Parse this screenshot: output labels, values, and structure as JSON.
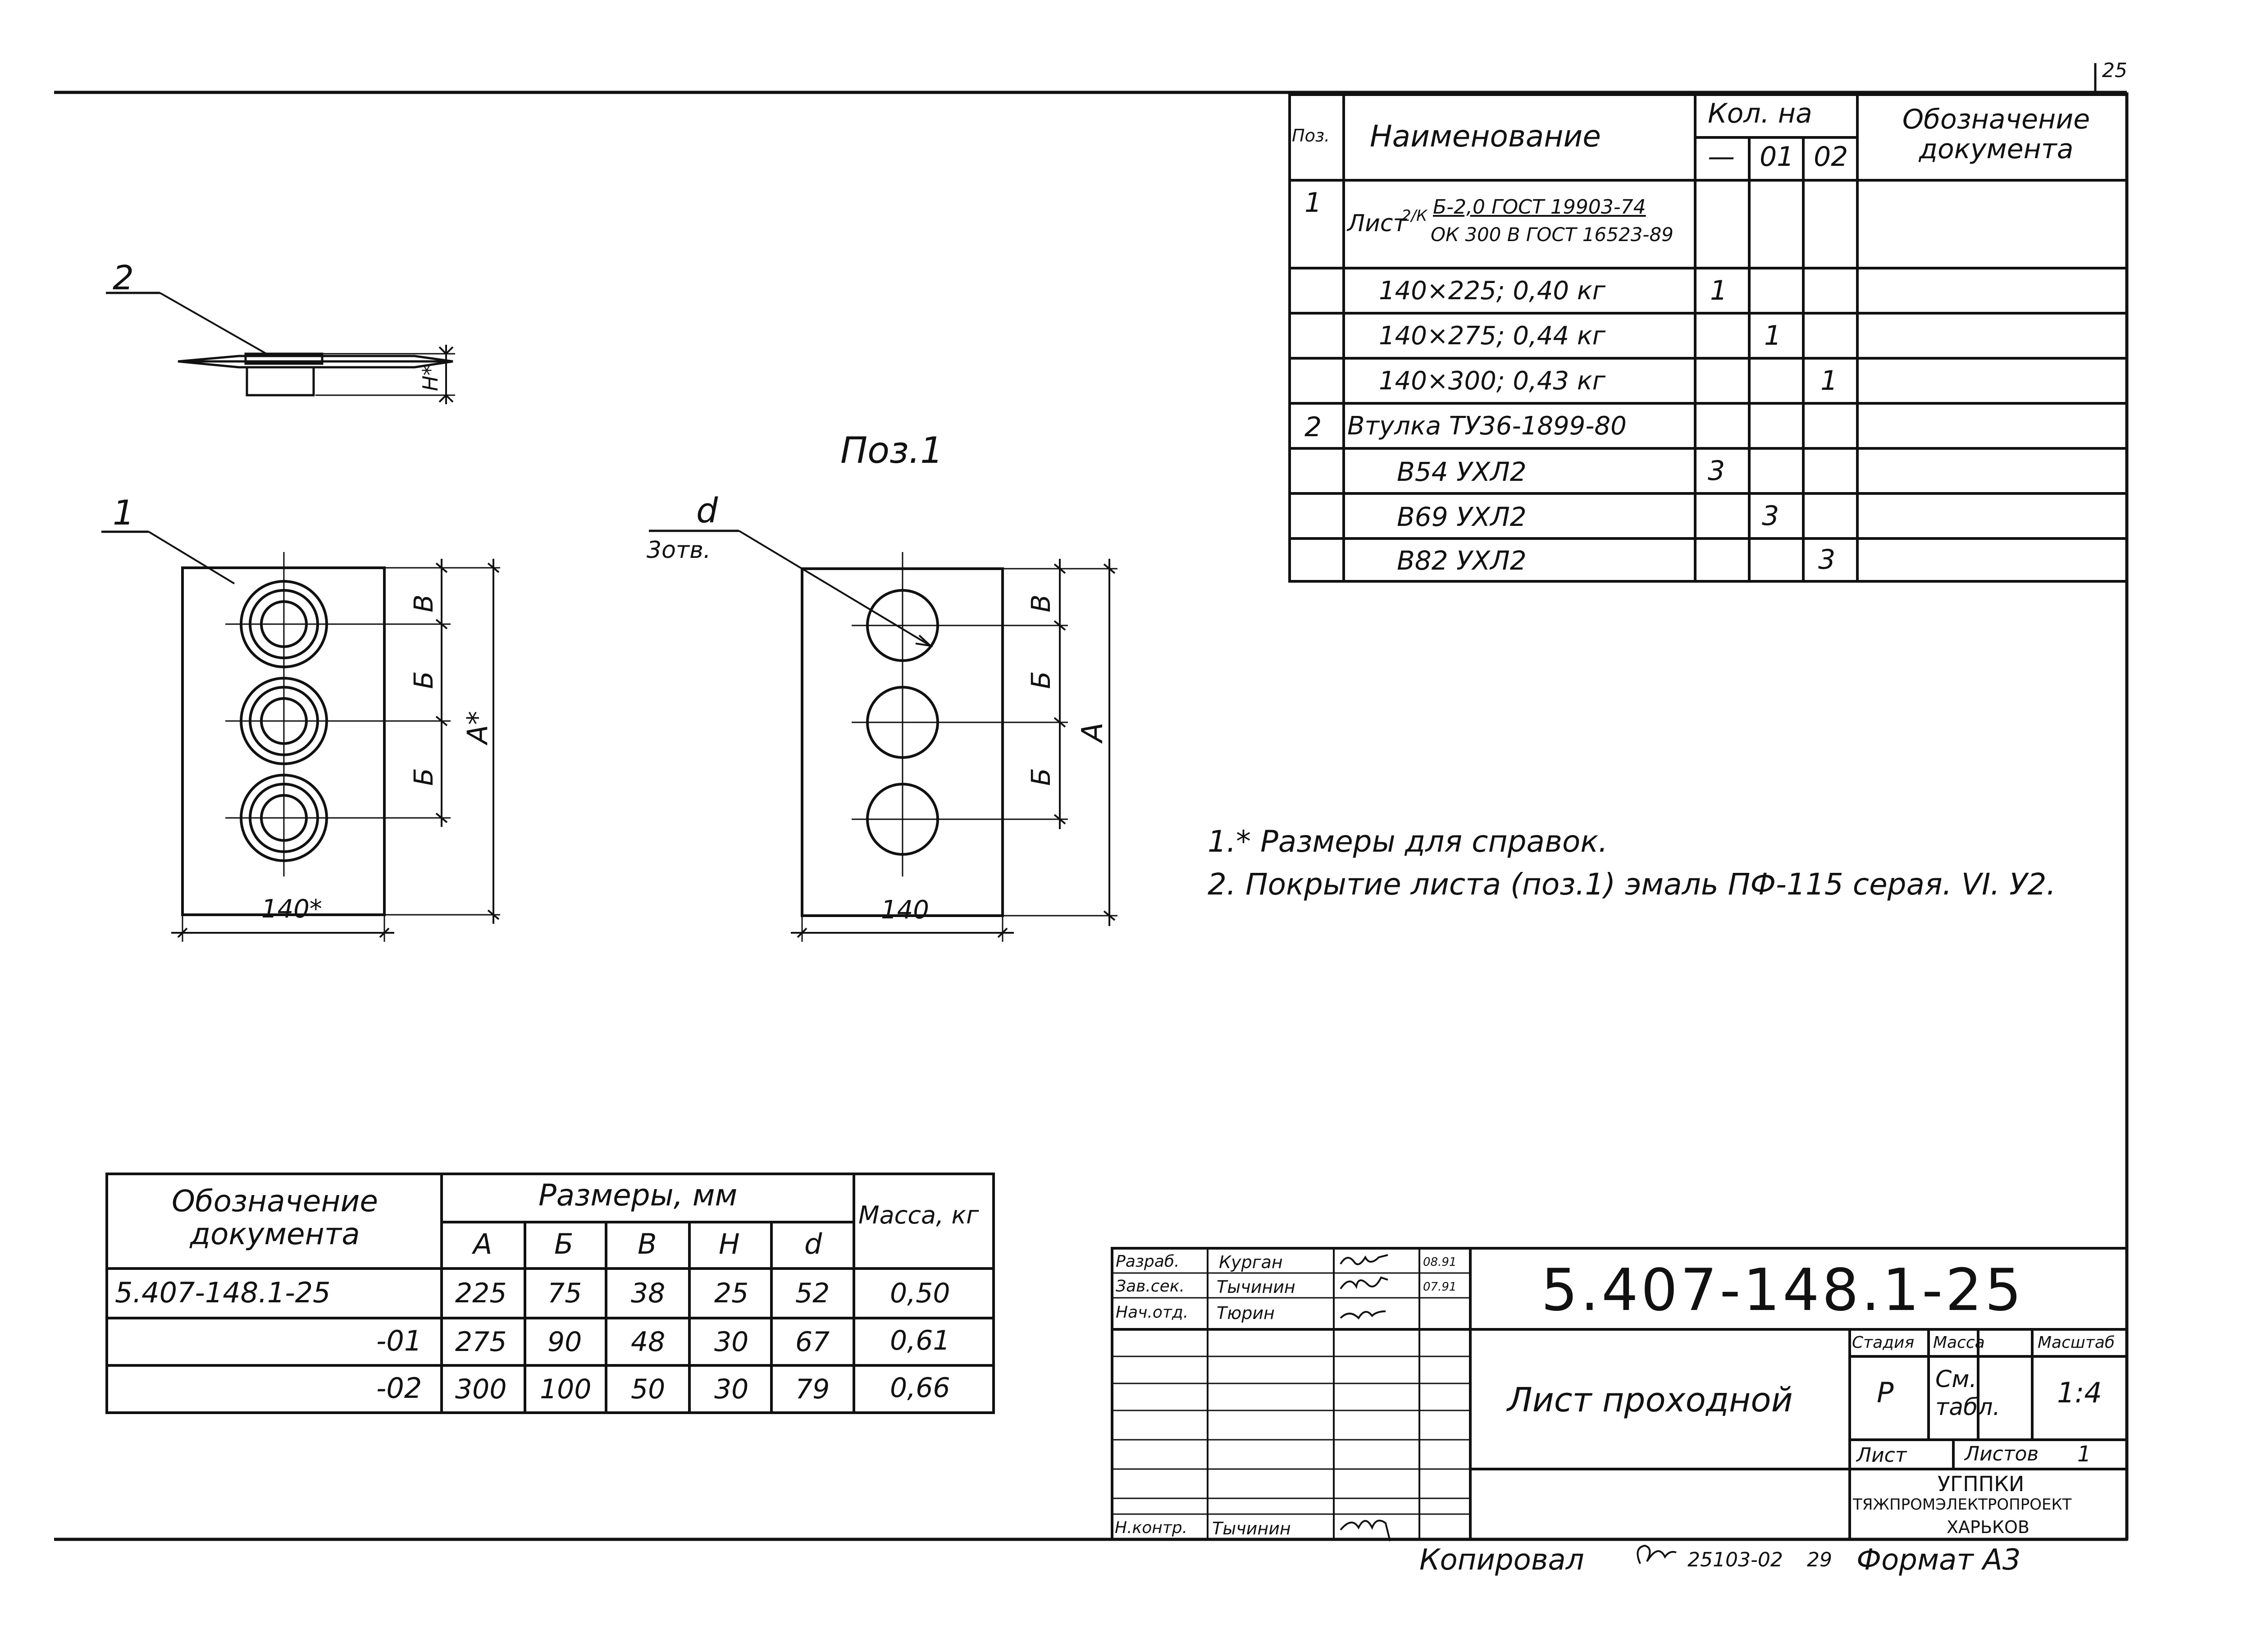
{
  "sheet_no": "25",
  "drawing_number": "5.407-148.1-25",
  "title": "Лист проходной",
  "spec": {
    "headers": {
      "pos": "Поз.",
      "name": "Наименование",
      "qty": "Кол. на",
      "designation": "Обозначение документа",
      "q0": "—",
      "q1": "01",
      "q2": "02"
    },
    "rows": [
      {
        "pos": "1",
        "name_a": "Лист",
        "name_b": "2/К",
        "name_c": "Б-2,0 ГОСТ 19903-74",
        "name_d": "ОК 300 В ГОСТ 16523-89"
      },
      {
        "pos": "",
        "name": "140×225; 0,40 кг",
        "q0": "1",
        "q1": "",
        "q2": ""
      },
      {
        "pos": "",
        "name": "140×275; 0,44 кг",
        "q0": "",
        "q1": "1",
        "q2": ""
      },
      {
        "pos": "",
        "name": "140×300; 0,43 кг",
        "q0": "",
        "q1": "",
        "q2": "1"
      },
      {
        "pos": "2",
        "name": "Втулка ТУ36-1899-80"
      },
      {
        "pos": "",
        "name": "В54 УХЛ2",
        "q0": "3",
        "q1": "",
        "q2": ""
      },
      {
        "pos": "",
        "name": "В69 УХЛ2",
        "q0": "",
        "q1": "3",
        "q2": ""
      },
      {
        "pos": "",
        "name": "В82 УХЛ2",
        "q0": "",
        "q1": "",
        "q2": "3"
      }
    ]
  },
  "views": {
    "label_2": "2",
    "label_1": "1",
    "label_h": "H*",
    "pos_title": "Поз.1",
    "hole_label": "d",
    "hole_count": "3отв.",
    "dim_v": "В",
    "dim_b": "Б",
    "dim_a_star": "А*",
    "dim_a": "А",
    "width_star": "140*",
    "width": "140"
  },
  "notes": [
    "1.* Размеры для справок.",
    "2. Покрытие листа (поз.1) эмаль ПФ-115 серая. VI. У2."
  ],
  "dims_table": {
    "header_doc": "Обозначение документа",
    "header_sizes": "Размеры, мм",
    "header_mass": "Масса, кг",
    "cols": [
      "А",
      "Б",
      "В",
      "Н",
      "d"
    ],
    "rows": [
      {
        "doc": "5.407-148.1-25",
        "A": "225",
        "B": "75",
        "V": "38",
        "H": "25",
        "d": "52",
        "mass": "0,50"
      },
      {
        "doc": "-01",
        "A": "275",
        "B": "90",
        "V": "48",
        "H": "30",
        "d": "67",
        "mass": "0,61"
      },
      {
        "doc": "-02",
        "A": "300",
        "B": "100",
        "V": "50",
        "H": "30",
        "d": "79",
        "mass": "0,66"
      }
    ]
  },
  "title_block": {
    "roles": [
      {
        "role": "Разраб.",
        "name": "Курган",
        "date": "08.91"
      },
      {
        "role": "Зав.сек.",
        "name": "Тычинин",
        "date": "07.91"
      },
      {
        "role": "Нач.отд.",
        "name": "Тюрин",
        "date": ""
      },
      {
        "role": "Н.контр.",
        "name": "Тычинин",
        "date": ""
      }
    ],
    "stage_label": "Стадия",
    "mass_label": "Масса",
    "scale_label": "Масштаб",
    "stage": "Р",
    "mass": "См. табл.",
    "scale": "1:4",
    "sheet_label": "Лист",
    "sheets_label": "Листов",
    "sheets": "1",
    "org1": "УГППКИ",
    "org2": "ТЯЖПРОМЭЛЕКТРОПРОЕКТ",
    "org3": "ХАРЬКОВ"
  },
  "footer": {
    "copied": "Копировал",
    "order": "25103-02",
    "order_sheet": "29",
    "format": "Формат А3"
  }
}
